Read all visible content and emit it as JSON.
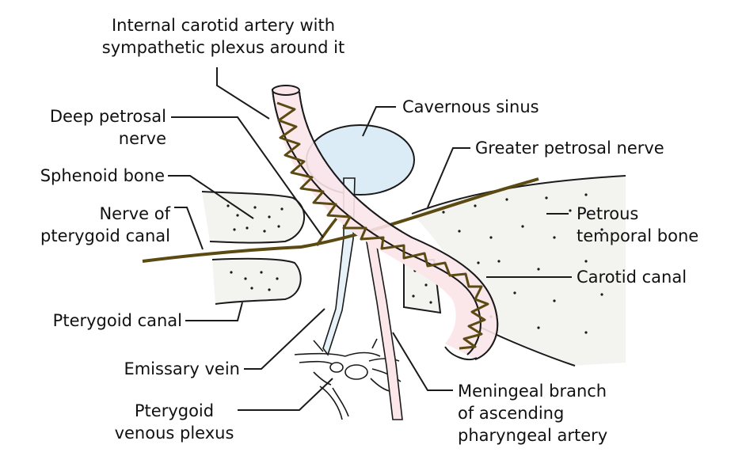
{
  "labels": {
    "internal_carotid": [
      "Internal carotid artery with",
      "sympathetic plexus around it"
    ],
    "deep_petrosal": [
      "Deep petrosal",
      "nerve"
    ],
    "sphenoid_bone": "Sphenoid bone",
    "nerve_pterygoid_canal": [
      "Nerve of",
      "pterygoid canal"
    ],
    "pterygoid_canal": "Pterygoid canal",
    "emissary_vein": "Emissary vein",
    "pterygoid_venous_plexus": [
      "Pterygoid",
      "venous plexus"
    ],
    "cavernous_sinus": "Cavernous sinus",
    "greater_petrosal": "Greater petrosal nerve",
    "petrous_temporal": [
      "Petrous",
      "temporal bone"
    ],
    "carotid_canal": "Carotid canal",
    "meningeal_branch": [
      "Meningeal branch",
      "of ascending",
      "pharyngeal artery"
    ]
  },
  "colors": {
    "nerve": "#5b4a12",
    "artery_fill": "#fbe6ea",
    "sinus_fill": "#dcecf7",
    "vein_fill": "#e6f2f8",
    "bone_fill": "#f3f3f0",
    "outline": "#1a1a1a"
  }
}
